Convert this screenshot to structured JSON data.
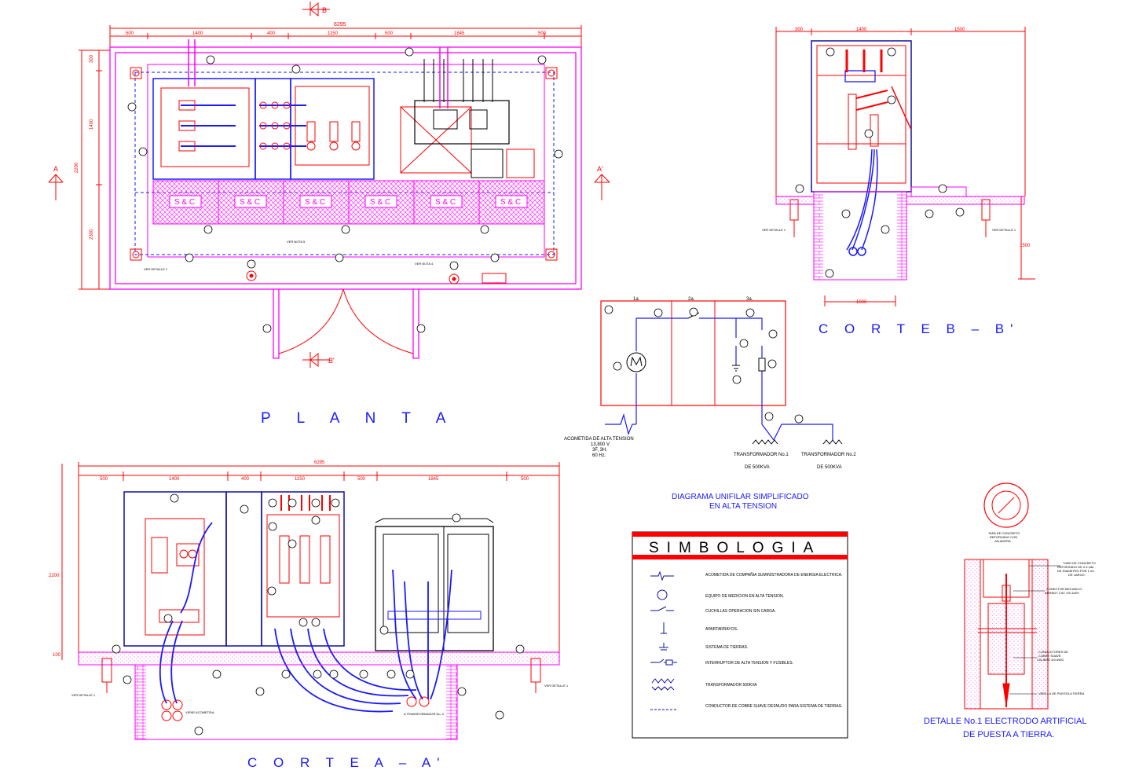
{
  "colors": {
    "magenta": "#ff00ff",
    "red": "#ff0000",
    "blue": "#1a1aff",
    "dark_blue": "#1010a0",
    "black": "#000000",
    "hatch": "#ff33ff"
  },
  "titles": {
    "planta": "P L A N T A",
    "corte_aa": "C O R T E     A – A'",
    "corte_bb": "C O R T E     B – B'",
    "diagrama_1": "DIAGRAMA UNIFILAR SIMPLIFICADO",
    "diagrama_2": "EN ALTA TENSION",
    "detalle_1": "DETALLE No.1 ELECTRODO ARTIFICIAL",
    "detalle_2": "DE PUESTA A TIERRA."
  },
  "planta": {
    "dim_total": "6295",
    "dims": [
      "500",
      "1400",
      "400",
      "1150",
      "500",
      "1845",
      "500"
    ],
    "dims_left": [
      "300",
      "1400",
      "2300",
      "2200"
    ],
    "sc_labels": [
      "S & C",
      "S & C",
      "S & C",
      "S & C",
      "S & C",
      "S & C"
    ],
    "section_a": "A",
    "section_a2": "A'",
    "section_b": "B",
    "section_b2": "B'",
    "notes": [
      "VER DETALLE 1",
      "VER NOTA 5",
      "VER NOTA 4"
    ]
  },
  "corte_bb": {
    "dims": [
      "300",
      "1400",
      "1500"
    ],
    "dim_bottom": "1000",
    "dim_right": "1500",
    "notes": [
      "VER DETALLE 1",
      "VER DETALLE 1"
    ]
  },
  "corte_aa": {
    "dim_total": "6295",
    "dims": [
      "500",
      "1400",
      "400",
      "1150",
      "500",
      "1845",
      "500"
    ],
    "dim_left": "2200",
    "dim_left2": "100",
    "notes": [
      "VER DETALLE 1",
      "VER DETALLE 1",
      "VIENE ACOMETIDA",
      "A TRANSFORMADOR No. 2"
    ]
  },
  "diagram": {
    "columns": [
      "1a.",
      "2a.",
      "3a."
    ],
    "acometida": [
      "ACOMETIDA DE ALTA TENSION",
      "13,800 V",
      "3F, 3H.",
      "60 Hz."
    ],
    "trafo1": [
      "TRANSFORMADOR No.1",
      "DE 500KVA"
    ],
    "trafo2": [
      "TRANSFORMADOR No.2",
      "DE 500KVA"
    ]
  },
  "simbologia": {
    "title": "SIMBOLOGIA",
    "items": [
      "ACOMETIDA DE COMPAÑIA SUMINISTRADORA DE ENERGIA ELECTRICA.",
      "EQUIPO DE MEDICION EN ALTA TENSION.",
      "CUCHILLAS OPERACION SIN CARGA.",
      "APARTARRAYOS.",
      "SISTEMA DE TIERRAS.",
      "INTERRUPTOR DE ALTA TENSION Y FUSIBLES.",
      "TRANSFORMADOR 500KVA",
      "CONDUCTOR DE COBRE SUAVE DESNUDO PARA SISTEMA DE TIERRAS."
    ]
  },
  "detalle": {
    "tapa": [
      "TAPA DE CONCRETO",
      "REFORZADO CON",
      "JALADERA"
    ],
    "tubo": [
      "TUBO DE CONCRETO",
      "REFORZADO DE 0.3 mts.",
      "DE DIAMETRO POR 1 mt.",
      "DE LARGO."
    ],
    "conector": [
      "CONECTOR MECANICO",
      "BURNDY CAT. GK-6429"
    ],
    "conductor": [
      "CONDUCTORES DE",
      "COBRE SUAVE",
      "CALIBRE 4/0 AWG."
    ],
    "varilla": "VARILLA DE PUESTA A TIERRA"
  }
}
